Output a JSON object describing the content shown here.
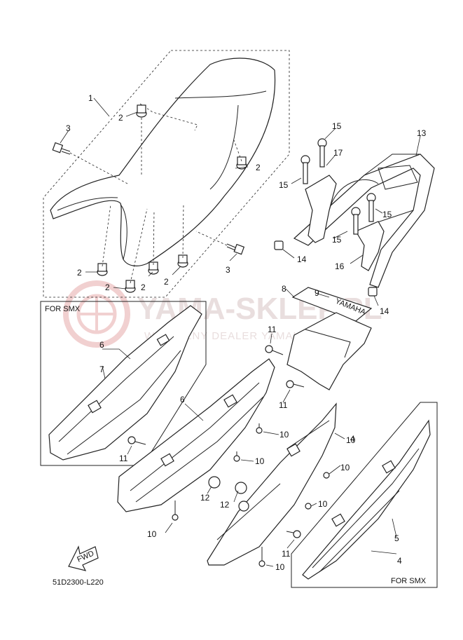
{
  "watermark": {
    "brand": "YAMA-SKLEP.PL",
    "subtitle": "WYŁĄCZNY DEALER YAMAHA"
  },
  "diagram_code": "51D2300-L220",
  "fwd_label": "FWD",
  "decal_text": "YAMAHA",
  "boxes": {
    "left_label": "FOR SMX",
    "right_label": "FOR SMX"
  },
  "callouts": {
    "c1": "1",
    "c2a": "2",
    "c2b": "2",
    "c2c": "2",
    "c2d": "2",
    "c2e": "2",
    "c2f": "2",
    "c3a": "3",
    "c3b": "3",
    "c4a": "4",
    "c4b": "4",
    "c5": "5",
    "c6a": "6",
    "c6b": "6",
    "c7": "7",
    "c8": "8",
    "c9": "9",
    "c10a": "10",
    "c10b": "10",
    "c10c": "10",
    "c10d": "10",
    "c10e": "10",
    "c10f": "10",
    "c10g": "10",
    "c11a": "11",
    "c11b": "11",
    "c11c": "11",
    "c11d": "11",
    "c12a": "12",
    "c12b": "12",
    "c13": "13",
    "c14a": "14",
    "c14b": "14",
    "c15a": "15",
    "c15b": "15",
    "c15c": "15",
    "c15d": "15",
    "c16": "16",
    "c17": "17"
  },
  "icons": {
    "fwd_arrow": "fwd-arrow-icon",
    "watermark_logo": "yamaha-sklep-logo-icon"
  }
}
